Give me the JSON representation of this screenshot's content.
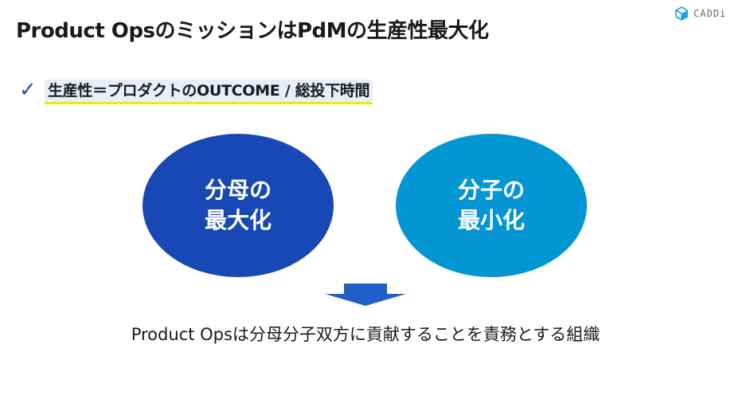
{
  "title": "Product OpsのミッションはPdMの生産性最大化",
  "logo": {
    "text": "CADDi",
    "icon": "cube-icon"
  },
  "subtitle": {
    "icon": "check-icon",
    "text": "生産性＝プロダクトのOUTCOME / 総投下時間"
  },
  "left_ellipse": {
    "text": "分母の\n最大化"
  },
  "right_ellipse": {
    "text": "分子の\n最小化"
  },
  "arrow": {
    "icon": "arrow-down-icon"
  },
  "conclusion": "Product Opsは分母分子双方に貢献することを責務とする組織",
  "colors": {
    "left": "#1748b6",
    "right": "#0495d3",
    "highlight": "#e4f000"
  }
}
